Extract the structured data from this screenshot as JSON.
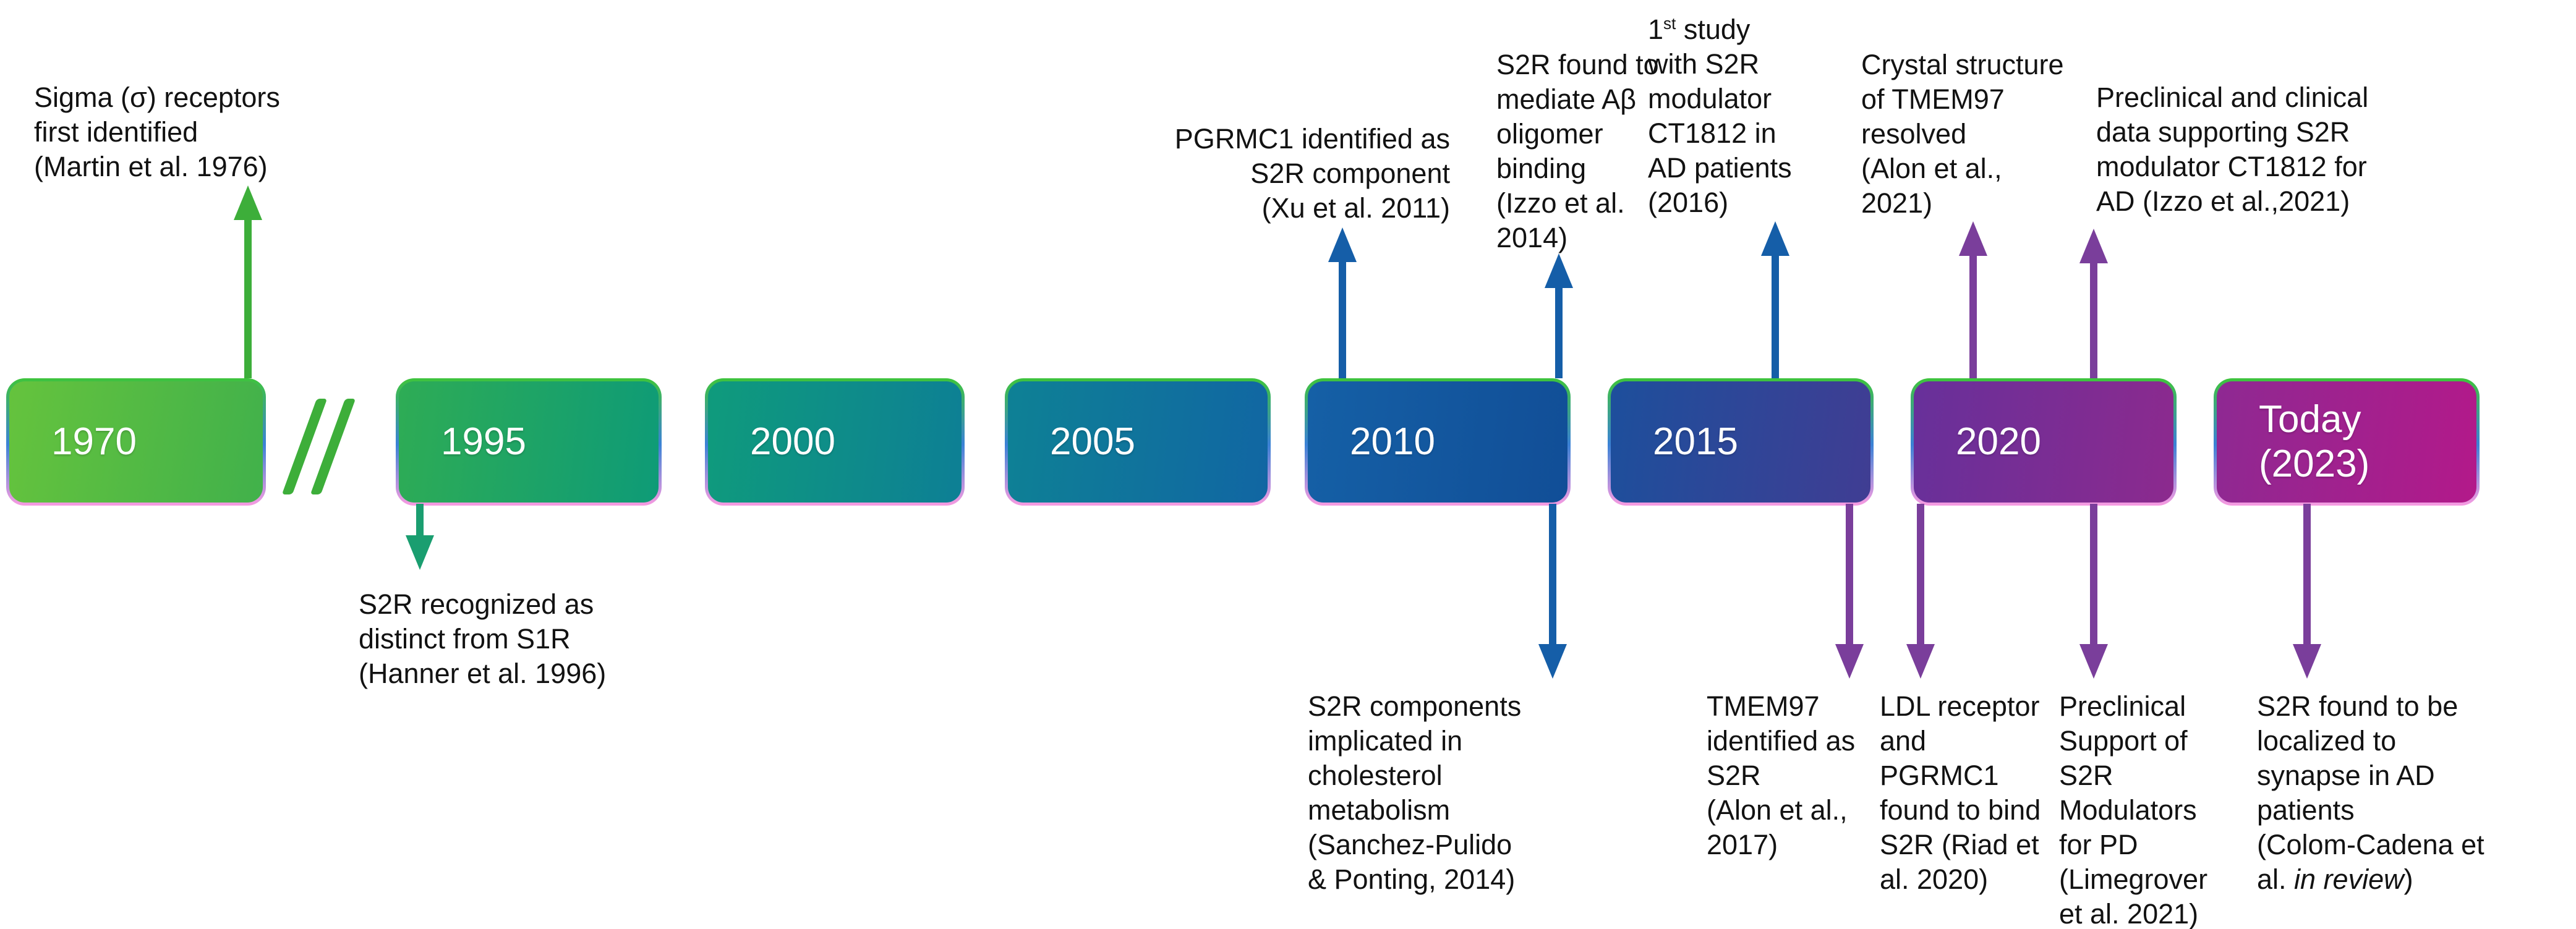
{
  "timeline": {
    "break_symbol": "//",
    "boxes": [
      {
        "id": "1970",
        "label": "1970",
        "label2": ""
      },
      {
        "id": "1995",
        "label": "1995",
        "label2": ""
      },
      {
        "id": "2000",
        "label": "2000",
        "label2": ""
      },
      {
        "id": "2005",
        "label": "2005",
        "label2": ""
      },
      {
        "id": "2010",
        "label": "2010",
        "label2": ""
      },
      {
        "id": "2015",
        "label": "2015",
        "label2": ""
      },
      {
        "id": "2020",
        "label": "2020",
        "label2": ""
      },
      {
        "id": "today",
        "label": "Today",
        "label2": "(2023)"
      }
    ]
  },
  "annotations": {
    "top": [
      {
        "lines": [
          "Sigma (σ) receptors",
          "first identified",
          "(Martin et al. 1976)"
        ]
      },
      {
        "lines": [
          "PGRMC1 identified as",
          "S2R component",
          "(Xu et al. 2011)"
        ]
      },
      {
        "lines": [
          "S2R found to",
          "mediate Aβ",
          "oligomer",
          "binding",
          "(Izzo et al.",
          "2014)"
        ]
      },
      {
        "first_line": {
          "base": "1",
          "sup": "st",
          "rest": " study"
        },
        "lines": [
          "with S2R",
          "modulator",
          "CT1812 in",
          "AD patients",
          "(2016)"
        ]
      },
      {
        "lines": [
          "Crystal structure",
          "of TMEM97",
          "resolved",
          "(Alon et al.,",
          "2021)"
        ]
      },
      {
        "lines": [
          "Preclinical and clinical",
          "data supporting S2R",
          "modulator CT1812 for",
          "AD (Izzo et al.,2021)"
        ]
      }
    ],
    "bottom": [
      {
        "lines": [
          "S2R recognized as",
          "distinct from S1R",
          "(Hanner et al. 1996)"
        ]
      },
      {
        "lines": [
          "S2R components",
          "implicated in",
          "cholesterol",
          "metabolism",
          "(Sanchez-Pulido",
          "& Ponting, 2014)"
        ]
      },
      {
        "lines": [
          "TMEM97",
          "identified as",
          "S2R",
          "(Alon et al.,",
          "2017)"
        ]
      },
      {
        "lines": [
          "LDL receptor",
          "and",
          "PGRMC1",
          "found to bind",
          "S2R (Riad et",
          "al. 2020)"
        ]
      },
      {
        "lines": [
          "Preclinical",
          "Support of",
          "S2R",
          "Modulators",
          "for PD",
          "(Limegrover",
          "et al. 2021)"
        ]
      },
      {
        "lines": [
          "S2R found to be",
          "localized to",
          "synapse in AD",
          "patients",
          "(Colom-Cadena et"
        ],
        "last_line": {
          "pre": "al. ",
          "italic": "in review",
          "post": ")"
        }
      }
    ]
  },
  "colors": {
    "arrow_green": "#3DAE3A",
    "arrow_teal": "#1A9E70",
    "arrow_blue": "#155EA8",
    "arrow_purple": "#7A3E9B",
    "box_border_top_green": "#3EC43C",
    "box_border_mid_blue": "#3B82D6",
    "box_border_bottom_pink": "#F89BE1",
    "year_text": "#FFFFFF",
    "annotation_text": "#121212"
  }
}
